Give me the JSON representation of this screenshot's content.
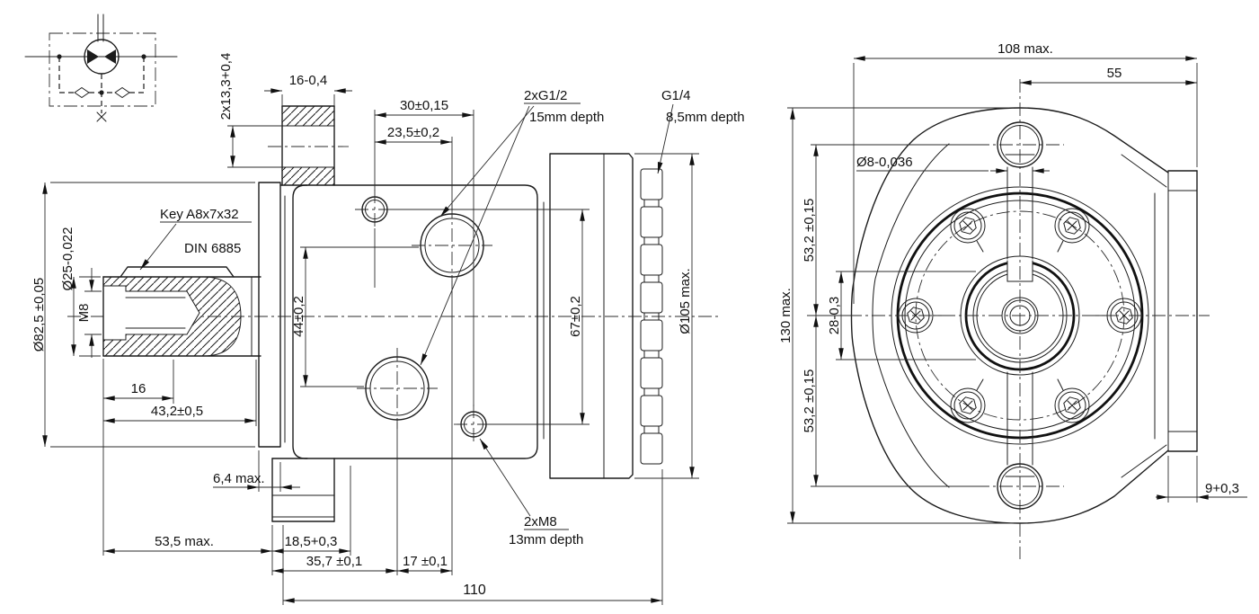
{
  "schematic": {
    "symbol": "bidirectional-hydraulic-motor-with-check-valves-and-drain"
  },
  "side_view": {
    "labels": {
      "key_spec": "Key A8x7x32",
      "key_standard": "DIN 6885",
      "main_ports": "2xG1/2",
      "main_ports_depth": "15mm depth",
      "drain_port": "G1/4",
      "drain_port_depth": "8,5mm depth",
      "mounting_holes": "2xM8",
      "mounting_holes_depth": "13mm depth"
    },
    "dimensions": {
      "flange_dia": "Ø82,5 ±0,05",
      "shaft_dia": "Ø25-0,022",
      "shaft_thread": "M8",
      "thread_len": "16",
      "shaft_len": "43,2±0,5",
      "ear_slot": "2x13,3+0,4",
      "ear_width": "16-0,4",
      "port_off_30": "30±0,15",
      "port_off_23_5": "23,5±0,2",
      "port_spacing_v": "44±0,2",
      "hole_spacing_v": "67±0,2",
      "body_dia": "Ø105 max.",
      "pilot_len": "6,4 max.",
      "front_len": "53,5 max.",
      "foot_off": "18,5+0,3",
      "port_off_35_7": "35,7 ±0,1",
      "port_off_17": "17 ±0,1",
      "overall_len": "110"
    }
  },
  "end_view": {
    "dimensions": {
      "width_max": "108 max.",
      "port_face_off": "55",
      "slot_width": "Ø8-0,036",
      "hole_off_top": "53,2 ±0,15",
      "pilot_width": "28-0,3",
      "height_max": "130 max.",
      "hole_off_bottom": "53,2 ±0,15",
      "block_depth": "9+0,3"
    }
  }
}
